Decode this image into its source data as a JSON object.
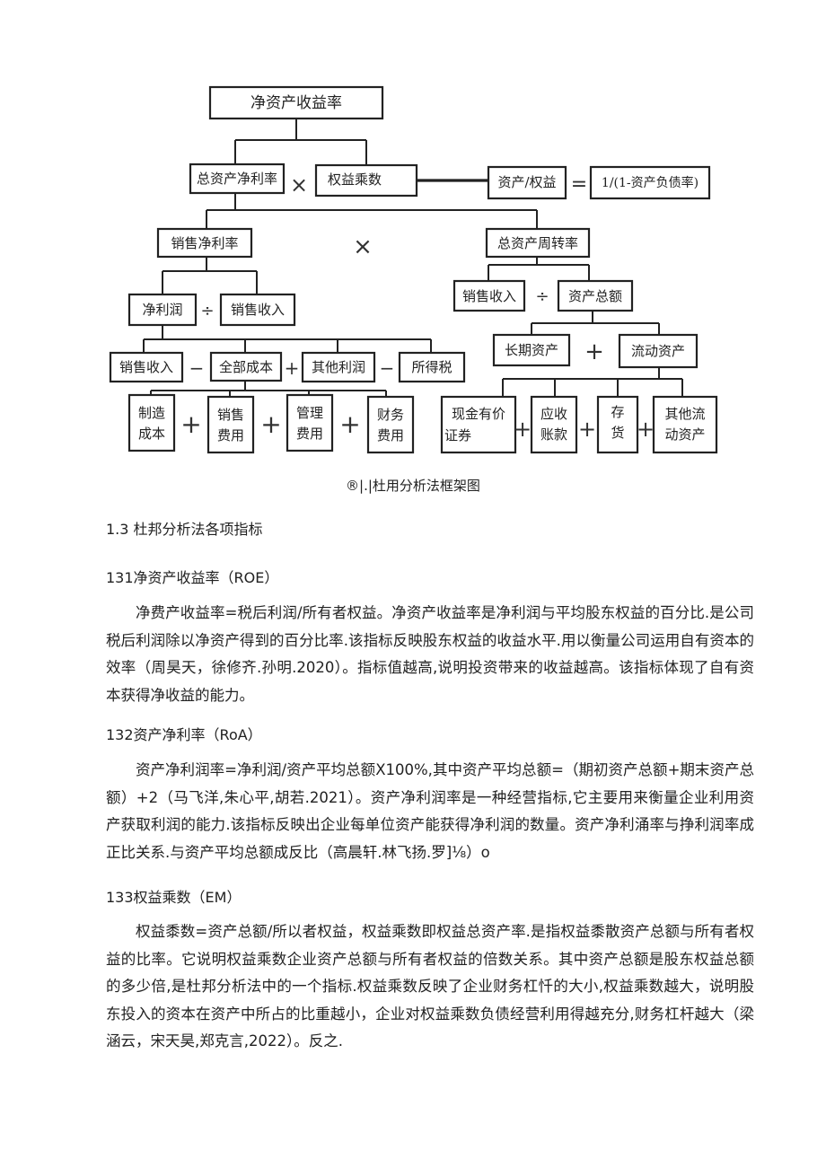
{
  "diagram": {
    "nodes": {
      "roe": "净资产收益率",
      "roa": "总资产净利率",
      "em": "权益乘数",
      "asset_equity": "资产/权益",
      "one_over": "1/(1-资产负债率)",
      "net_margin": "销售净利率",
      "asset_turnover": "总资产周转率",
      "net_profit": "净利润",
      "sales_rev_left": "销售收入",
      "sales_rev_right": "销售收入",
      "total_assets": "资产总额",
      "sales_rev_bottom": "销售收入",
      "total_cost": "全部成本",
      "other_profit": "其他利润",
      "income_tax": "所得税",
      "long_term_assets": "长期资产",
      "current_assets": "流动资产",
      "mfg_cost": [
        "制造",
        "成本"
      ],
      "selling_exp": [
        "销售",
        "费用"
      ],
      "admin_exp": [
        "管理",
        "费用"
      ],
      "finance_exp": [
        "财务",
        "费用"
      ],
      "cash_securities": [
        "现金有价",
        "证券"
      ],
      "receivables": [
        "应收",
        "账款"
      ],
      "inventory": [
        "存",
        "货"
      ],
      "other_current": [
        "其他流",
        "动资产"
      ]
    },
    "operators": {
      "times": "×",
      "divide": "÷",
      "minus": "−",
      "plus": "+",
      "equals": "="
    }
  },
  "caption": "®|.|杜用分析法框架图",
  "section_heading": "1.3  杜邦分析法各项指标",
  "sections": [
    {
      "heading": "131净资产收益率（ROE）",
      "body": "净费产收益率=税后利润/所有者权益。净资产收益率是净利润与平均股东权益的百分比.是公司税后利润除以净资产得到的百分比率.该指标反映股东权益的收益水平.用以衡量公司运用自有资本的效率（周昊天，徐修齐.孙明.2020）。指标值越高,说明投资带来的收益越高。该指标体现了自有资本获得净收益的能力。"
    },
    {
      "heading": "132资产净利率（RoA）",
      "body": "资产净利润率=净利润/资产平均总额X100%,其中资产平均总额=（期初资产总额+期末资产总额）+2（马飞洋,朱心平,胡若.2021）。资产净利润率是一种经营指标,它主要用来衡量企业利用资产获取利润的能力.该指标反映出企业每单位资产能获得净利润的数量。资产净利涌率与挣利润率成正比关系.与资产平均总额成反比（高晨轩.林飞扬.罗]⅛）o"
    },
    {
      "heading": "133权益乘数（EM）",
      "body": "权益黍数=资产总额/所以者权益，权益乘数即权益总资产率.是指权益黍散资产总额与所有者权益的比率。它说明权益乘数企业资产总额与所有者权益的倍数关系。其中资产总额是股东权益总额的多少倍,是杜邦分析法中的一个指标.权益乘数反映了企业财务杠忏的大小,权益乘数越大，说明股东投入的资本在资产中所占的比重越小，企业对权益乘数负债经营利用得越充分,财务杠杆越大（梁涵云，宋天昊,郑克言,2022）。反之."
    }
  ]
}
